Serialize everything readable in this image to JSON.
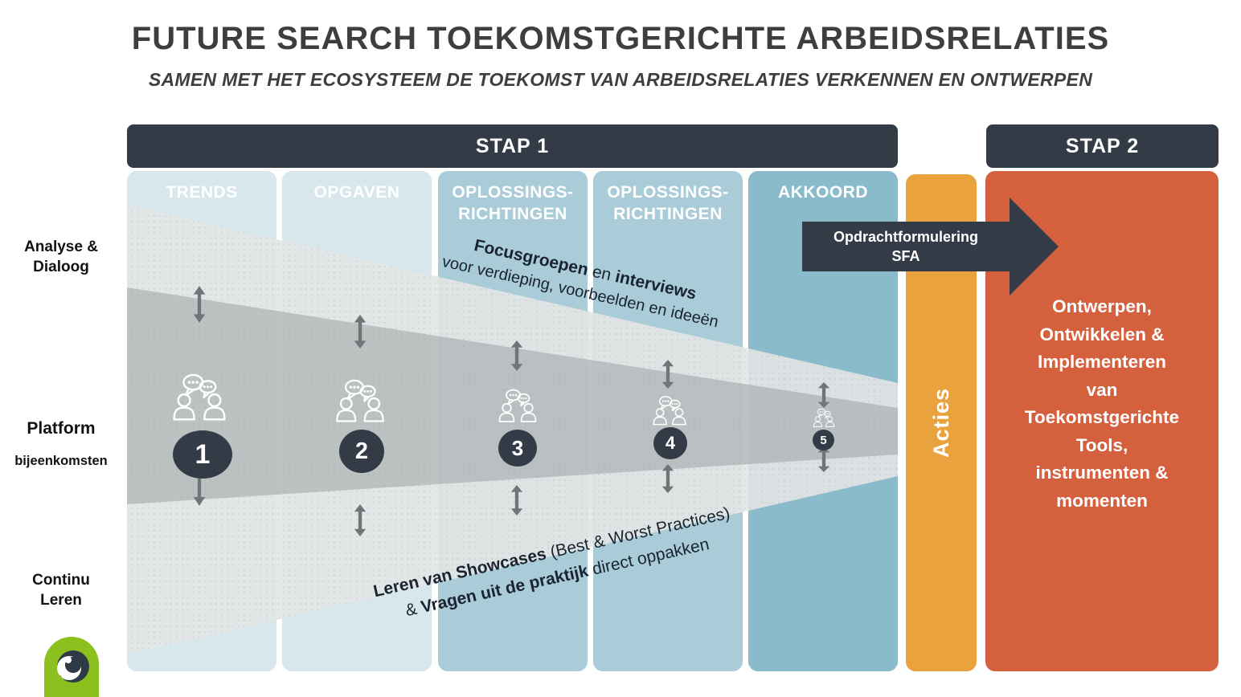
{
  "header": {
    "title": "FUTURE SEARCH TOEKOMSTGERICHTE ARBEIDSRELATIES",
    "subtitle": "SAMEN MET HET ECOSYSTEEM DE TOEKOMST VAN ARBEIDSRELATIES VERKENNEN EN ONTWERPEN"
  },
  "stage_bars": {
    "stap1": "STAP 1",
    "stap2": "STAP 2"
  },
  "columns": [
    {
      "label": "TRENDS"
    },
    {
      "label": "OPGAVEN"
    },
    {
      "label": "OPLOSSINGS-\nRICHTINGEN"
    },
    {
      "label": "OPLOSSINGS-\nRICHTINGEN"
    },
    {
      "label": "AKKOORD"
    }
  ],
  "row_labels": {
    "analyse": "Analyse &\nDialoog",
    "platform_title": "Platform",
    "platform_sub": "bijeenkomsten",
    "continu": "Continu\nLeren"
  },
  "steps": [
    {
      "number": "1"
    },
    {
      "number": "2"
    },
    {
      "number": "3"
    },
    {
      "number": "4"
    },
    {
      "number": "5"
    }
  ],
  "top_note": {
    "bold1": "Focusgroepen",
    "sep": " en ",
    "bold2": "interviews",
    "line2": "voor verdieping, voorbeelden en ideeën"
  },
  "bottom_note": {
    "bold1": "Leren van Showcases",
    "rest1": " (Best & Worst Practices)",
    "pre2": "& ",
    "bold2": "Vragen uit de praktijk",
    "rest2": " direct oppakken"
  },
  "arrow_label": "Opdrachtformulering\nSFA",
  "acties_label": "Acties",
  "stap2_panel": {
    "text": "Ontwerpen,\nOntwikkelen &\nImplementeren\nvan\nToekomstgerichte\nTools,\ninstrumenten &\nmomenten"
  },
  "icons": {
    "people": "people-conversation-icon",
    "updown": "up-down-arrow-icon",
    "logo": "eye-logo"
  },
  "colors": {
    "dark_slate": "#333b46",
    "orange": "#e9a23d",
    "red": "#d4603e",
    "pale_column": "#d8e7ec",
    "mid_column": "#a9ccd8",
    "teal_column": "#8abbca",
    "funnel_light": "#e0e3e3",
    "funnel_dark": "#c0c4c5",
    "arrow_gray": "#6e7678",
    "logo_green": "#8cc01f",
    "title_text": "#3e3e3e"
  }
}
